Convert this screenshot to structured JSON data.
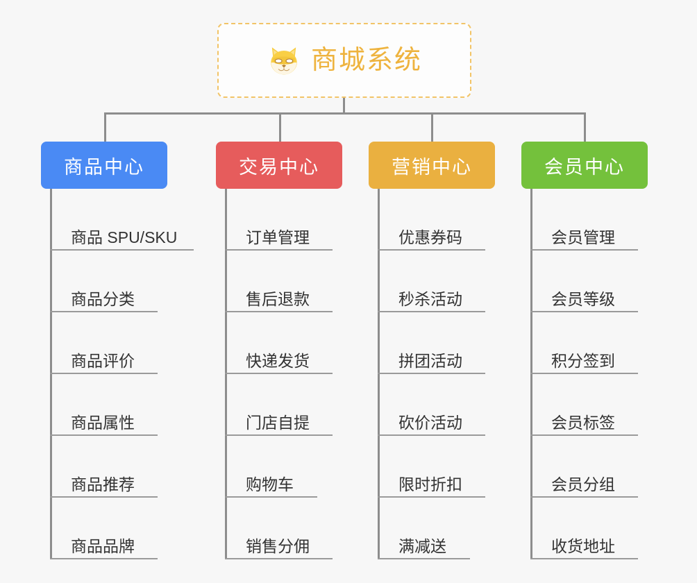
{
  "root": {
    "title": "商城系统",
    "icon": "shiba-dog-icon",
    "border_color": "#f2c467",
    "text_color": "#eeb33e"
  },
  "theme": {
    "background": "#f7f7f7",
    "connector_color": "#8d8d8d",
    "item_text_color": "#333333",
    "item_underline_color": "#9a9a9a"
  },
  "branches": [
    {
      "label": "商品中心",
      "color": "#4a8af4",
      "items": [
        "商品 SPU/SKU",
        "商品分类",
        "商品评价",
        "商品属性",
        "商品推荐",
        "商品品牌"
      ]
    },
    {
      "label": "交易中心",
      "color": "#e65c5c",
      "items": [
        "订单管理",
        "售后退款",
        "快递发货",
        "门店自提",
        "购物车",
        "销售分佣"
      ]
    },
    {
      "label": "营销中心",
      "color": "#eab040",
      "items": [
        "优惠券码",
        "秒杀活动",
        "拼团活动",
        "砍价活动",
        "限时折扣",
        "满减送"
      ]
    },
    {
      "label": "会员中心",
      "color": "#74c13c",
      "items": [
        "会员管理",
        "会员等级",
        "积分签到",
        "会员标签",
        "会员分组",
        "收货地址"
      ]
    }
  ]
}
